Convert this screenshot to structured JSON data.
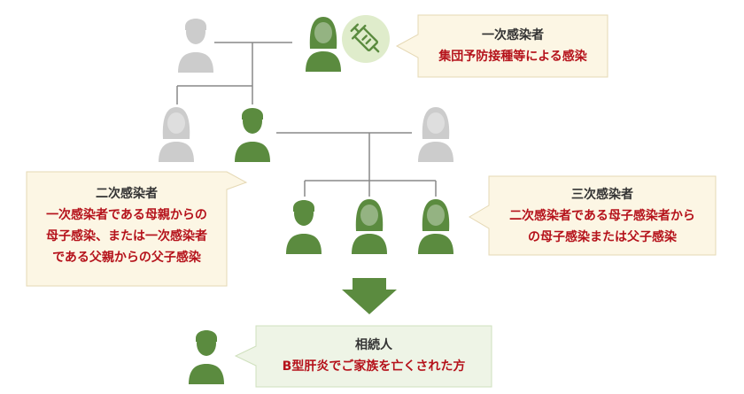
{
  "colors": {
    "gray_figure": "#cccccc",
    "green_figure": "#5b8b3f",
    "line": "#888888",
    "callout_bg": "#fcf6e4",
    "callout_border": "#e5d8b4",
    "highlight_bg": "#eef4e6",
    "highlight_border": "#cfe0bd",
    "arrow": "#5b8b3f",
    "red_text": "#b5121b",
    "vaccine_circle": "#dfeccb",
    "vaccine_icon": "#5b8b3f"
  },
  "icons": {
    "syringe": "syringe-icon"
  },
  "primary": {
    "title": "一次感染者",
    "description": "集団予防接種等による感染"
  },
  "secondary": {
    "title": "二次感染者",
    "lines": [
      "一次感染者である母親からの",
      "母子感染、または一次感染者",
      "である父親からの父子感染"
    ]
  },
  "tertiary": {
    "title": "三次感染者",
    "lines": [
      "二次感染者である母子感染者から",
      "の母子感染または父子感染"
    ]
  },
  "heir": {
    "title": "相続人",
    "description": "B型肝炎でご家族を亡くされた方"
  }
}
